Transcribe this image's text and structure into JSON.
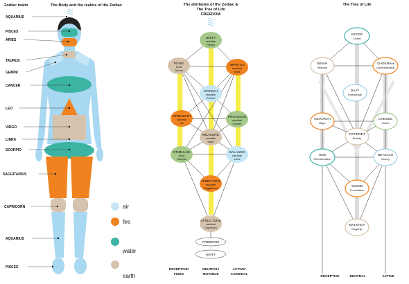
{
  "colors": {
    "air": "#c6e6f6",
    "fire": "#f08320",
    "water": "#3cb4a4",
    "earth": "#d6c3ad",
    "mutable": "#a4c98a",
    "yellow": "#f5ec48",
    "grey": "#dcdcdc",
    "skin": "#a8d8f2"
  },
  "panel1": {
    "title_left": "Zodiac realm",
    "title_right": "The Body and the realms of the Zodiac",
    "signs": [
      "AQUARIUS",
      "PISCES",
      "ARIES",
      "TAURUS",
      "GEMINI",
      "CANCER",
      "LEO",
      "VIRGO",
      "LIBRA",
      "SCORPIO",
      "SAGGITARIUS",
      "CAPRICORN",
      "AQUARIUS",
      "PISCES"
    ],
    "legend": [
      "air",
      "fire",
      "water",
      "earth"
    ]
  },
  "panel2": {
    "title_line1": "The attributes of the Zodiac &",
    "title_line2": "The Tree of Life",
    "freedom_top": "FREEDOM",
    "nodes": [
      {
        "name": "UNITY",
        "sub1": "mutable",
        "sub2": "Pisces"
      },
      {
        "name": "POISE",
        "sub1": "fixed",
        "sub2": "Taurus"
      },
      {
        "name": "IMPETUS",
        "sub1": "cardinal",
        "sub2": "Aries"
      },
      {
        "name": "SPEECH",
        "sub1": "mutable",
        "sub2": "Gemini"
      },
      {
        "name": "STRENGTH",
        "sub1": "cardinal",
        "sub2": "Leo"
      },
      {
        "name": "PROVISION",
        "sub1": "cardinal",
        "sub2": "Cancer"
      },
      {
        "name": "MEASURE",
        "sub1": "mutable",
        "sub2": "Virgo"
      },
      {
        "name": "STIMULUS",
        "sub1": "fixed",
        "sub2": "Scorpio"
      },
      {
        "name": "BALANCE",
        "sub1": "cardinal",
        "sub2": "Libra"
      },
      {
        "name": "DIRECTION",
        "sub1": "mutable",
        "sub2": "Saggitarius"
      },
      {
        "name": "STRUCTURE",
        "sub1": "cardinal",
        "sub2": "Capricorn"
      }
    ],
    "freedom_bottom": "FREEDOM",
    "unity_bottom": "UNITY",
    "columns": [
      {
        "l1": "RECEPTIVE/",
        "l2": "FIXED"
      },
      {
        "l1": "NEUTRAL/",
        "l2": "MUTABLE"
      },
      {
        "l1": "ACTIVE/",
        "l2": "CARDINAL"
      }
    ]
  },
  "panel3": {
    "title": "The Tree of Life",
    "nodes": [
      {
        "name": "KETER",
        "sub": "Crown"
      },
      {
        "name": "BINAH",
        "sub": "Wisdom"
      },
      {
        "name": "CHOKMAH",
        "sub": "Understanding"
      },
      {
        "name": "DAAT",
        "sub": "Knowledge"
      },
      {
        "name": "GEVURAH",
        "sub": "Rigor"
      },
      {
        "name": "CHESED",
        "sub": "Grace"
      },
      {
        "name": "TIPHERET",
        "sub": "Beauty"
      },
      {
        "name": "HOD",
        "sub": "Reverberation"
      },
      {
        "name": "NETZACH",
        "sub": "Victory"
      },
      {
        "name": "YESOD",
        "sub": "Foundation"
      },
      {
        "name": "MALKHUT",
        "sub": "Kingship"
      }
    ],
    "columns": [
      "RECEPTIVE",
      "NEUTRAL",
      "ACTIVE"
    ]
  }
}
